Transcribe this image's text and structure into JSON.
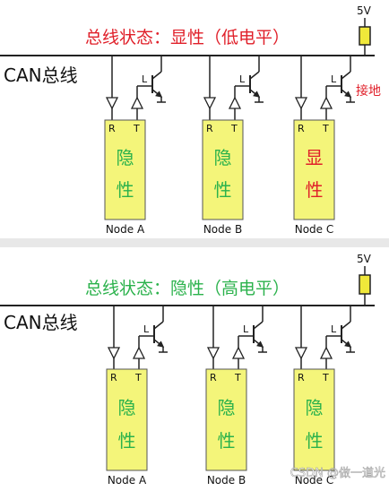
{
  "panels": [
    {
      "status_label": "总线状态：显性（低电平）",
      "status_color": "#e0202a",
      "bus_label": "CAN总线",
      "supply_label": "5V",
      "ground_note": "接地",
      "nodes": [
        {
          "name": "Node A",
          "r_label": "R",
          "t_label": "T",
          "state_chars": [
            "隐",
            "性"
          ],
          "state_color": "#2bb24c",
          "transistor": "L"
        },
        {
          "name": "Node B",
          "r_label": "R",
          "t_label": "T",
          "state_chars": [
            "隐",
            "性"
          ],
          "state_color": "#2bb24c",
          "transistor": "L"
        },
        {
          "name": "Node C",
          "r_label": "R",
          "t_label": "T",
          "state_chars": [
            "显",
            "性"
          ],
          "state_color": "#e0202a",
          "transistor": "L"
        }
      ]
    },
    {
      "status_label": "总线状态：隐性（高电平）",
      "status_color": "#2bb24c",
      "bus_label": "CAN总线",
      "supply_label": "5V",
      "nodes": [
        {
          "name": "Node A",
          "r_label": "R",
          "t_label": "T",
          "state_chars": [
            "隐",
            "性"
          ],
          "state_color": "#2bb24c",
          "transistor": "L"
        },
        {
          "name": "Node B",
          "r_label": "R",
          "t_label": "T",
          "state_chars": [
            "隐",
            "性"
          ],
          "state_color": "#2bb24c",
          "transistor": "L"
        },
        {
          "name": "Node C",
          "r_label": "R",
          "t_label": "T",
          "state_chars": [
            "隐",
            "性"
          ],
          "state_color": "#2bb24c",
          "transistor": "L"
        }
      ]
    }
  ],
  "watermark": "CSDN @做一道光",
  "colors": {
    "node_fill": "#f4f57a",
    "node_border": "#555555",
    "resistor_fill": "#f0e83a",
    "wire": "#222222",
    "divider": "#e8e8e8"
  }
}
